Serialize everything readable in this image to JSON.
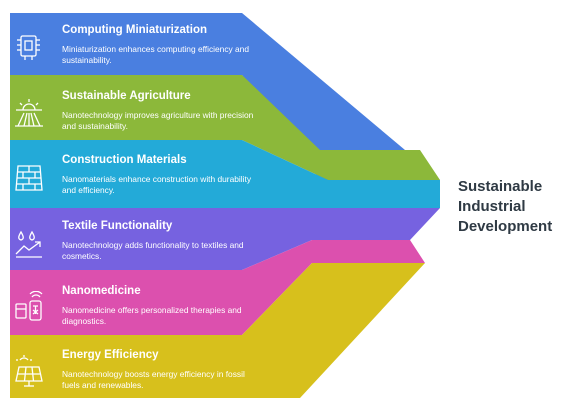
{
  "items": [
    {
      "title": "Computing Miniaturization",
      "description": "Miniaturization enhances computing efficiency and sustainability.",
      "color": "#4a7fe0",
      "icon": "circuit-chip-icon"
    },
    {
      "title": "Sustainable Agriculture",
      "description": "Nanotechnology improves agriculture with precision and sustainability.",
      "color": "#8cb83a",
      "icon": "sun-field-icon"
    },
    {
      "title": "Construction Materials",
      "description": "Nanomaterials enhance construction with durability and efficiency.",
      "color": "#23aad8",
      "icon": "brick-wall-icon"
    },
    {
      "title": "Textile Functionality",
      "description": "Nanotechnology adds functionality to textiles and cosmetics.",
      "color": "#7662e0",
      "icon": "drops-chart-icon"
    },
    {
      "title": "Nanomedicine",
      "description": "Nanomedicine offers personalized therapies and diagnostics.",
      "color": "#dc50ae",
      "icon": "medicine-device-icon"
    },
    {
      "title": "Energy Efficiency",
      "description": "Nanotechnology boosts energy efficiency in fossil fuels and renewables.",
      "color": "#d7c01c",
      "icon": "solar-panel-icon"
    }
  ],
  "conclusion": [
    "Sustainable",
    "Industrial",
    "Development"
  ]
}
